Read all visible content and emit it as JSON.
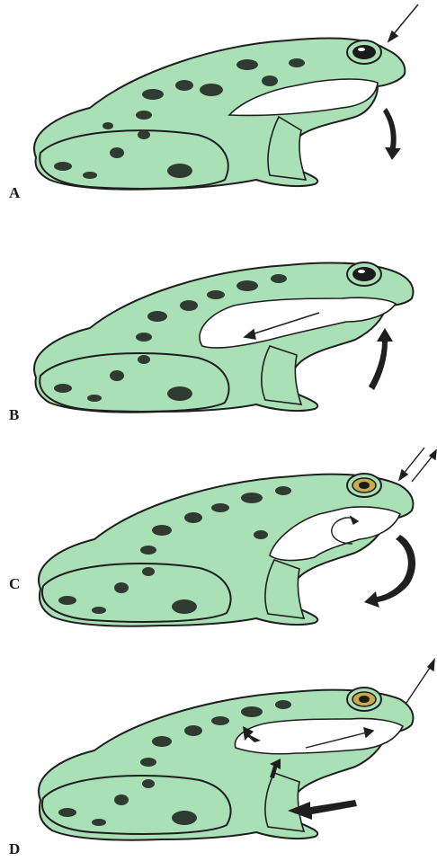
{
  "panels": [
    {
      "label": "A",
      "arrows": [
        "air-in-arrow",
        "floor-down-arrow"
      ]
    },
    {
      "label": "B",
      "arrows": [
        "floor-up-arrow",
        "air-to-lungs-arrow"
      ]
    },
    {
      "label": "C",
      "arrows": [
        "air-in-arrow",
        "air-out-arrow",
        "floor-swing-arrow",
        "mouth-circulation-arrow"
      ]
    },
    {
      "label": "D",
      "arrows": [
        "air-out-arrow",
        "lung-air-arrow",
        "body-wall-arrow",
        "flank-arrow"
      ]
    }
  ],
  "colors": {
    "frog_skin": "#a9e0b5",
    "spots": "#2f3a31",
    "outline": "#1f1f1f",
    "throat_cavity": "#ffffff",
    "eye_iris_open": "#1b1b1b",
    "eye_iris_gold": "#c9a94d"
  }
}
